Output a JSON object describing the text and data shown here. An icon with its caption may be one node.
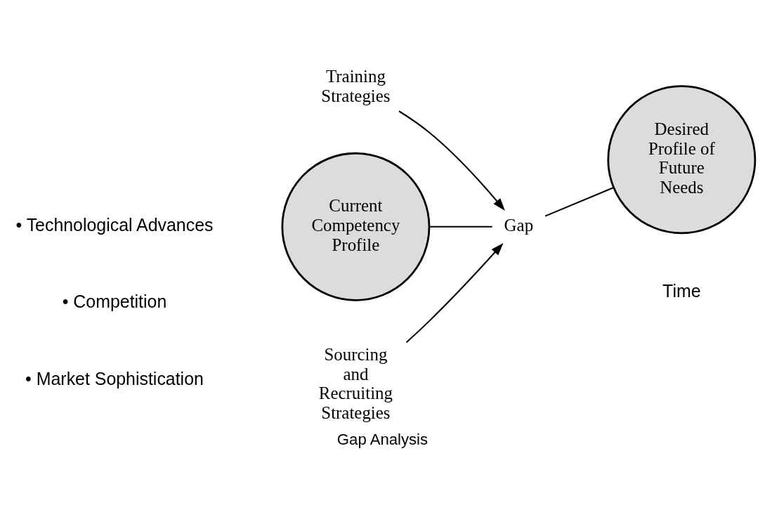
{
  "diagram": {
    "caption": "Gap Analysis",
    "nodes": [
      {
        "text": [
          "Training Strategies"
        ]
      },
      {
        "text": [
          "Desired Profile of Future Needs"
        ]
      },
      {
        "text": [
          "Gap"
        ]
      },
      {
        "text": [
          "Current Competency Profile"
        ]
      },
      {
        "text": [
          "Sourcing and Recruiting Strategies"
        ]
      }
    ],
    "edges": [
      {
        "from": 0,
        "to": 2,
        "arrow": "to"
      },
      {
        "from": 3,
        "to": 2,
        "arrow": "none"
      },
      {
        "from": 2,
        "to": 1,
        "arrow": "none"
      },
      {
        "from": 4,
        "to": 2,
        "arrow": "to"
      }
    ],
    "labels": [
      "• Technological Advances",
      "• Competition",
      "• Market Sophistication",
      "Time"
    ]
  }
}
